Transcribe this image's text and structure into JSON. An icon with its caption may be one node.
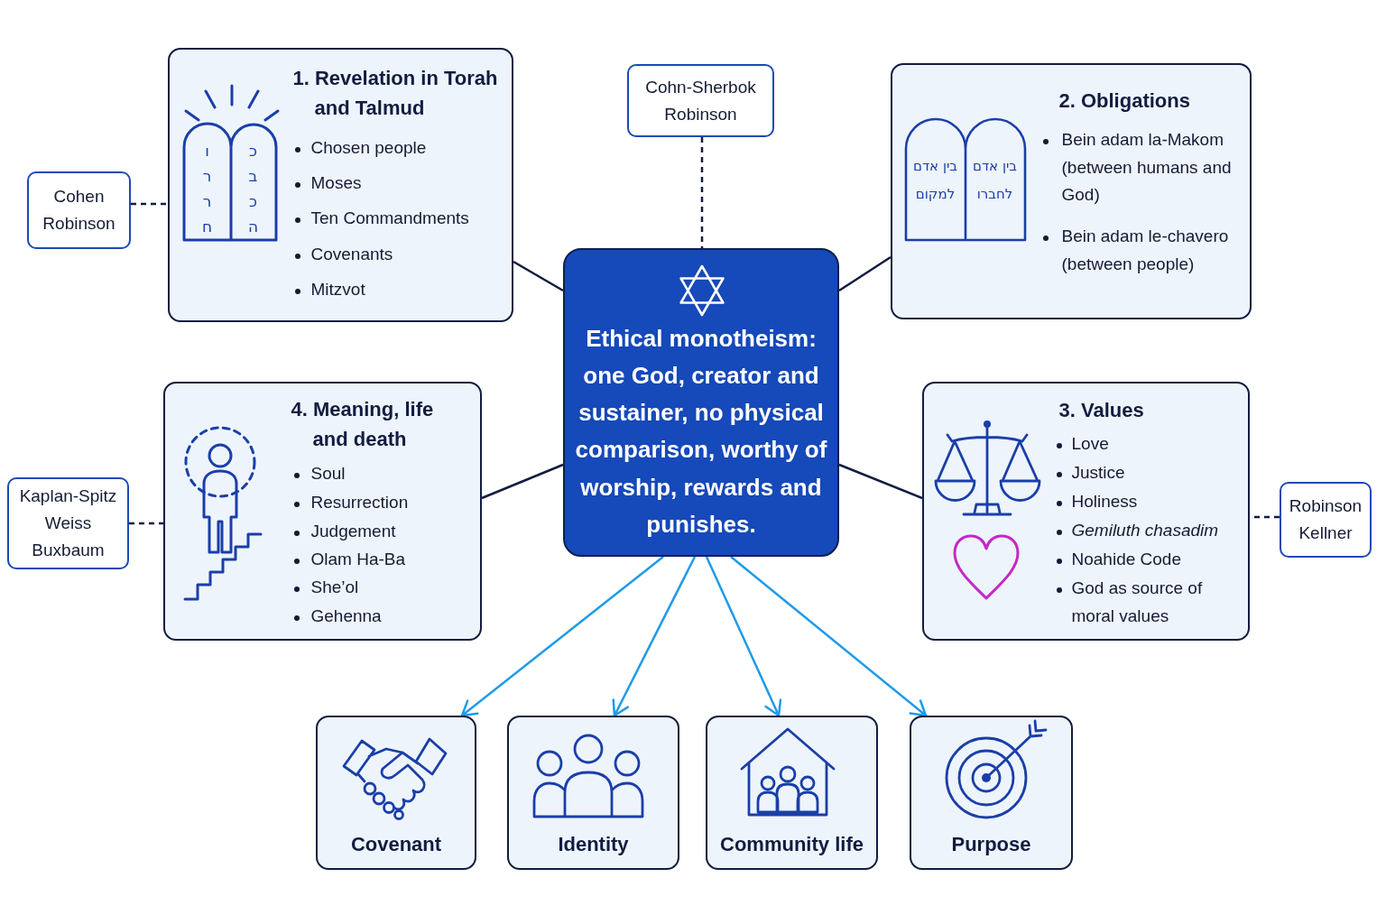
{
  "diagram": {
    "nodes": [
      {
        "text": [
          "Cohen Robinson"
        ]
      },
      {
        "text": [
          "1. Revelation in Torah and Talmud",
          "ו ר ר ח",
          "כ ב כ ה",
          "Chosen people",
          "Moses",
          "Ten Commandments",
          "Covenants",
          "Mitzvot"
        ]
      },
      {
        "text": [
          "Cohn-Sherbok Robinson"
        ]
      },
      {
        "text": [
          "2. Obligations",
          "בין אדם למקום",
          "בין אדם לחברו",
          "Bein adam la-Makom (between humans and God)",
          "Bein adam le-chavero (between people)"
        ]
      },
      {
        "text": [
          "Ethical monotheism: one God, creator and sustainer, no physical comparison, worthy of worship, rewards and punishes."
        ]
      },
      {
        "text": [
          "Kaplan-Spitz Weiss Buxbaum"
        ]
      },
      {
        "text": [
          "4. Meaning, life and death",
          "Soul",
          "Resurrection",
          "Judgement",
          "Olam Ha-Ba",
          "She’ol",
          "Gehenna"
        ]
      },
      {
        "text": [
          "3. Values",
          "Love",
          "Justice",
          "Holiness",
          "Gemiluth chasadim",
          "Noahide Code",
          "God as source of moral values"
        ]
      },
      {
        "text": [
          "Robinson Kellner"
        ]
      },
      {
        "text": [
          "Covenant"
        ]
      },
      {
        "text": [
          "Identity"
        ]
      },
      {
        "text": [
          "Community life"
        ]
      },
      {
        "text": [
          "Purpose"
        ]
      }
    ],
    "edges": [
      {
        "from": 4,
        "to": 1,
        "arrow": "none"
      },
      {
        "from": 4,
        "to": 3,
        "arrow": "none"
      },
      {
        "from": 4,
        "to": 6,
        "arrow": "none"
      },
      {
        "from": 4,
        "to": 7,
        "arrow": "none"
      },
      {
        "from": 0,
        "to": 1,
        "arrow": "none",
        "style": "dashed"
      },
      {
        "from": 2,
        "to": 4,
        "arrow": "none",
        "style": "dashed"
      },
      {
        "from": 5,
        "to": 6,
        "arrow": "none",
        "style": "dashed"
      },
      {
        "from": 8,
        "to": 7,
        "arrow": "none",
        "style": "dashed"
      },
      {
        "from": 4,
        "to": 9,
        "arrow": "to",
        "color": "#1e9be8"
      },
      {
        "from": 4,
        "to": 10,
        "arrow": "to",
        "color": "#1e9be8"
      },
      {
        "from": 4,
        "to": 11,
        "arrow": "to",
        "color": "#1e9be8"
      },
      {
        "from": 4,
        "to": 12,
        "arrow": "to",
        "color": "#1e9be8"
      }
    ]
  }
}
